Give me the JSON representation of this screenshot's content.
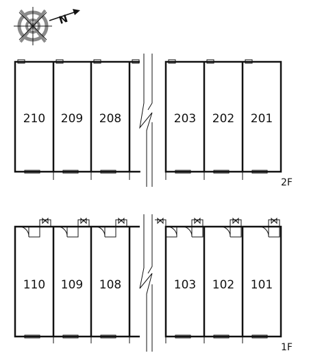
{
  "compass": {
    "north_label": "N",
    "icon": "compass-icon"
  },
  "floors": [
    {
      "label": "2F",
      "units_left": [
        "210",
        "209",
        "208"
      ],
      "units_right": [
        "203",
        "202",
        "201"
      ]
    },
    {
      "label": "1F",
      "units_left": [
        "110",
        "109",
        "108"
      ],
      "units_right": [
        "103",
        "102",
        "101"
      ]
    }
  ],
  "colors": {
    "line": "#111111",
    "background": "#ffffff",
    "compass_gray": "#8a8a8a"
  }
}
